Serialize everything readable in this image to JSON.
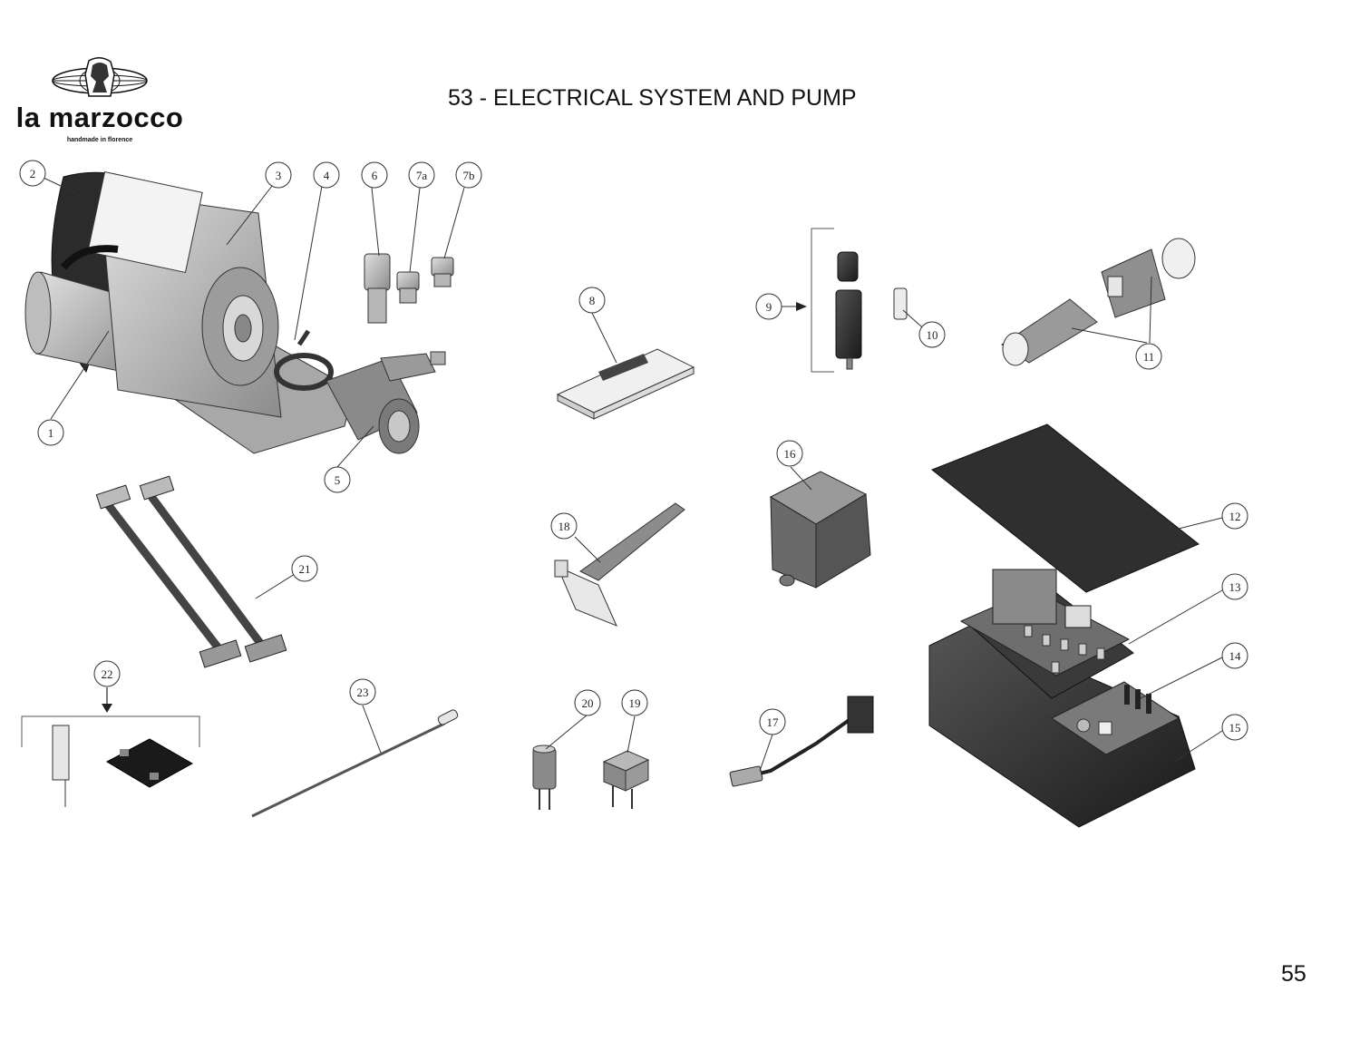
{
  "header": {
    "brand": "la marzocco",
    "tagline": "handmade in florence",
    "title": "53 - ELECTRICAL SYSTEM AND PUMP"
  },
  "page_number": "55",
  "callouts": [
    "1",
    "2",
    "3",
    "4",
    "5",
    "6",
    "7a",
    "7b",
    "8",
    "9",
    "10",
    "11",
    "12",
    "13",
    "14",
    "15",
    "16",
    "17",
    "18",
    "19",
    "20",
    "21",
    "22",
    "23"
  ]
}
